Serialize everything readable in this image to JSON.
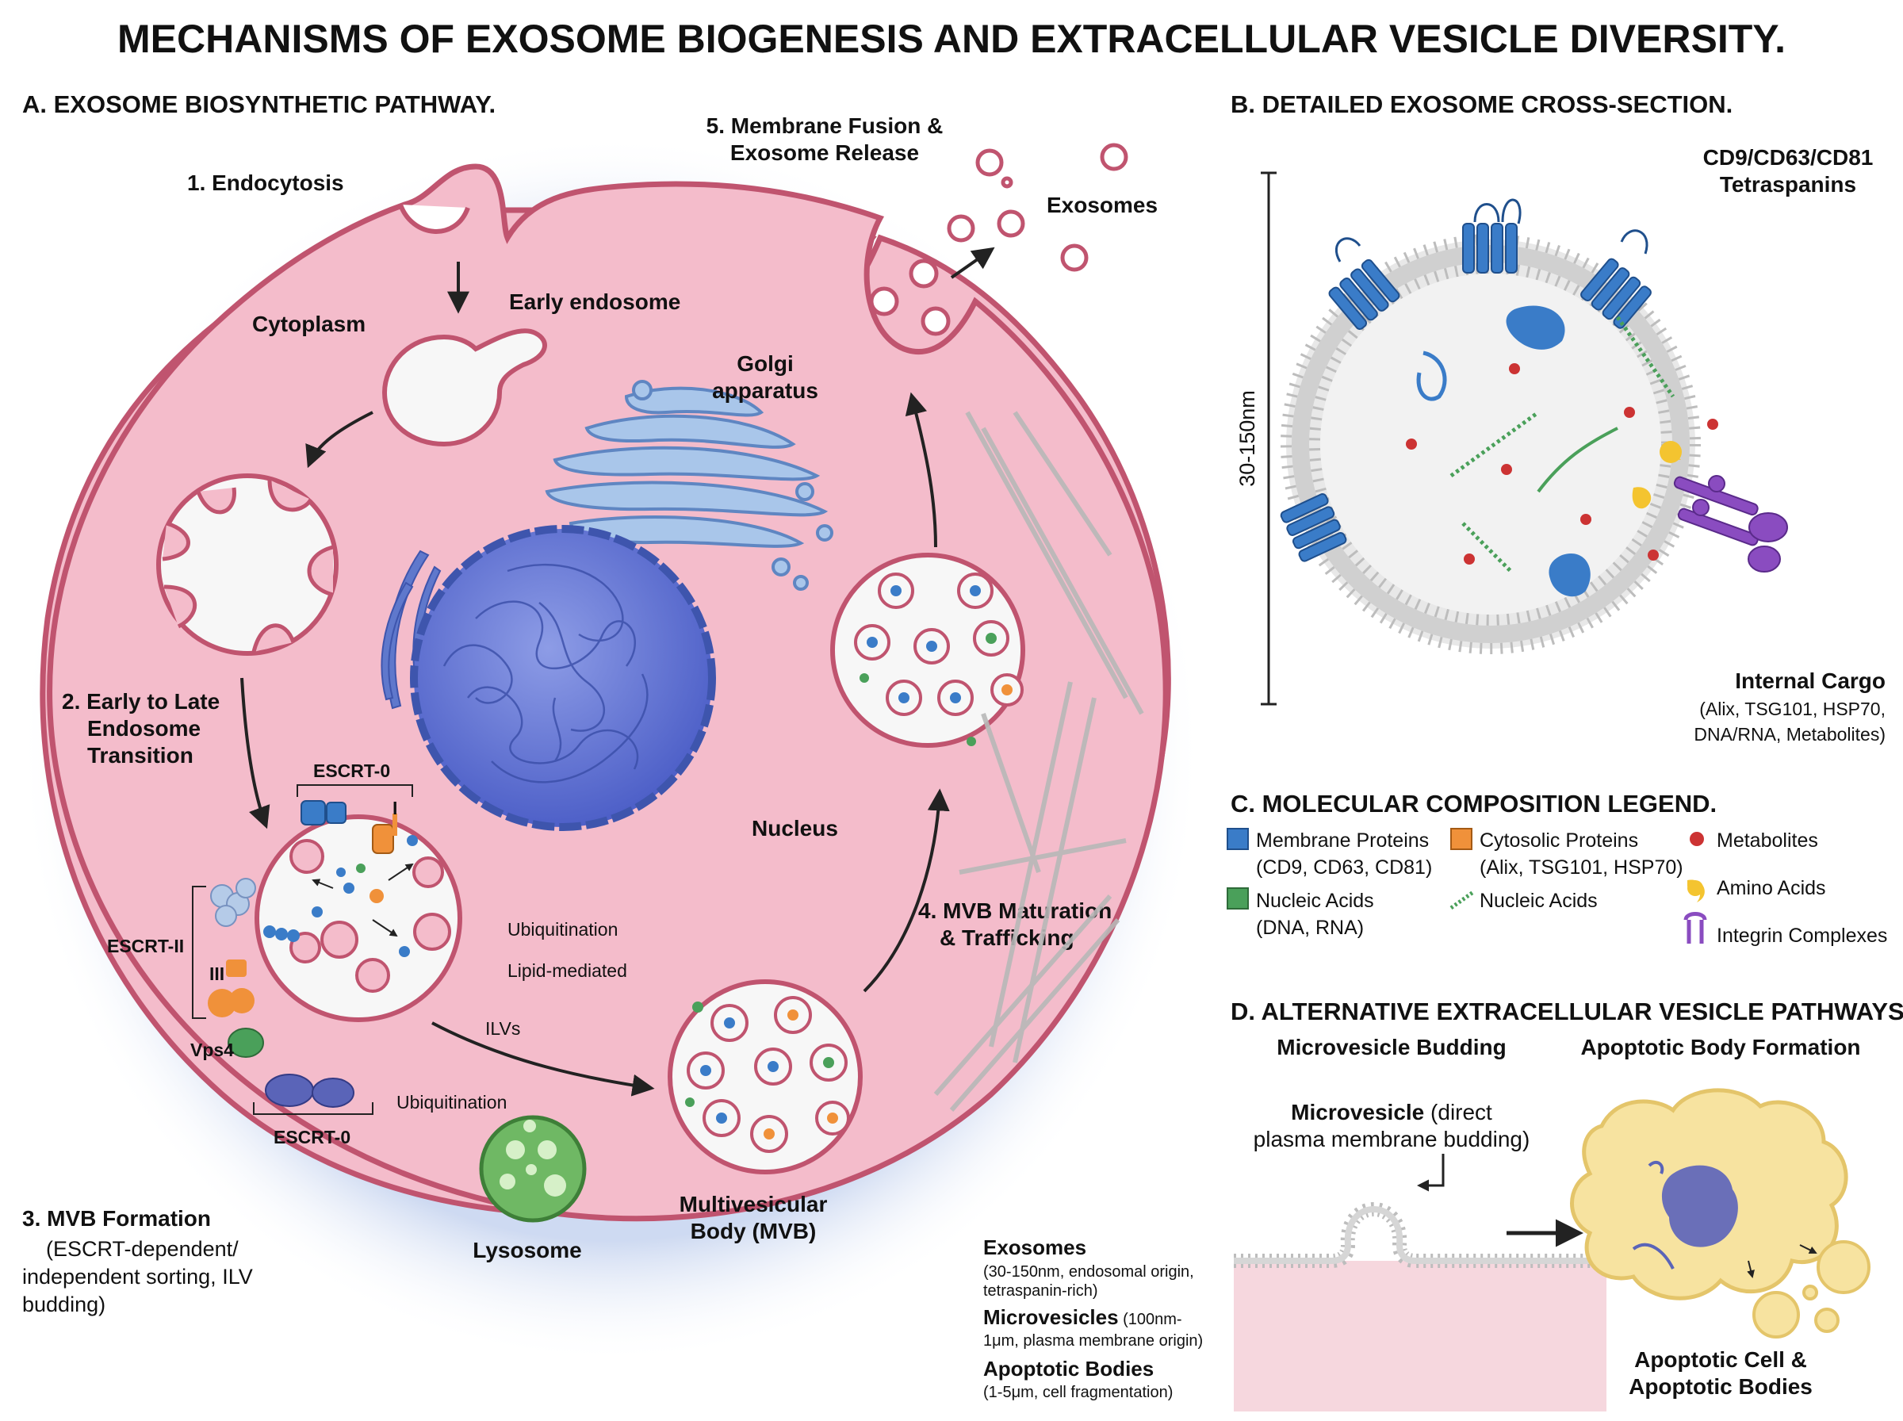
{
  "title": "MECHANISMS OF EXOSOME BIOGENESIS AND EXTRACELLULAR VESICLE DIVERSITY.",
  "panel_a": {
    "heading": "A. EXOSOME BIOSYNTHETIC PATHWAY.",
    "step1": "1. Endocytosis",
    "cytoplasm": "Cytoplasm",
    "early_endosome": "Early endosome",
    "golgi_1": "Golgi",
    "golgi_2": "apparatus",
    "step2_1": "2. Early to Late",
    "step2_2": "Endosome",
    "step2_3": "Transition",
    "escrt0_top": "ESCRT-0",
    "escrt_i": "I",
    "escrt_ii": "ESCRT-II",
    "escrt_iii": "III",
    "vps4": "Vps4",
    "escrt0_bottom": "ESCRT-0",
    "ubiquitination_1": "Ubiquitination",
    "lipid_mediated": "Lipid-mediated",
    "ilvs": "ILVs",
    "ubiquitination_2": "Ubiquitination",
    "nucleus": "Nucleus",
    "lysosome": "Lysosome",
    "mvb_1": "Multivesicular",
    "mvb_2": "Body (MVB)",
    "step3_title": "3. MVB Formation",
    "step3_d1": "(ESCRT-dependent/",
    "step3_d2": "independent sorting, ILV",
    "step3_d3": "budding)",
    "step4_1": "4. MVB Maturation",
    "step4_2": "& Trafficking",
    "step5_1": "5. Membrane Fusion &",
    "step5_2": "Exosome Release",
    "exosomes": "Exosomes"
  },
  "panel_b": {
    "heading": "B. DETAILED EXOSOME CROSS-SECTION.",
    "tetra_1": "CD9/CD63/CD81",
    "tetra_2": "Tetraspanins",
    "size": "30-150nm",
    "cargo_title": "Internal Cargo",
    "cargo_1": "(Alix, TSG101, HSP70,",
    "cargo_2": "DNA/RNA, Metabolites)"
  },
  "panel_c": {
    "heading": "C. MOLECULAR COMPOSITION LEGEND.",
    "mem_1": "Membrane Proteins",
    "mem_2": "(CD9, CD63, CD81)",
    "cyto_1": "Cytosolic Proteins",
    "cyto_2": "(Alix, TSG101, HSP70)",
    "metabolites": "Metabolites",
    "na_1": "Nucleic Acids",
    "na_2": "(DNA, RNA)",
    "na_helix": "Nucleic Acids",
    "amino": "Amino Acids",
    "integrin": "Integrin Complexes"
  },
  "panel_d": {
    "heading": "D. ALTERNATIVE EXTRACELLULAR VESICLE PATHWAYS.",
    "mv_budding": "Microvesicle Budding",
    "apop_form": "Apoptotic Body Formation",
    "mv_label_b": "Microvesicle",
    "mv_label_1": " (direct",
    "mv_label_2": "plasma membrane budding)",
    "exo_t": "Exosomes",
    "exo_d1": "(30-150nm, endosomal origin,",
    "exo_d2": "tetraspanin-rich)",
    "micro_t": "Microvesicles",
    "micro_d1": " (100nm-",
    "micro_d2": "1μm, plasma membrane origin)",
    "apop_t": "Apoptotic Bodies",
    "apop_d1": "(1-5μm, cell fragmentation)",
    "apop_cell_1": "Apoptotic Cell &",
    "apop_cell_2": "Apoptotic Bodies"
  },
  "colors": {
    "cell_fill": "#f2b3c1",
    "membrane": "#c0546f",
    "nucleus": "#6a7fd6",
    "membrane_protein": "#3a7cc8",
    "cytosolic_protein": "#f0913a",
    "nucleic_acid": "#4aa05a",
    "metabolite": "#cc3333",
    "amino_acid": "#f4c430",
    "integrin": "#8a4cc0",
    "lysosome": "#5aa552",
    "apoptotic_cell": "#f7e3a0"
  }
}
